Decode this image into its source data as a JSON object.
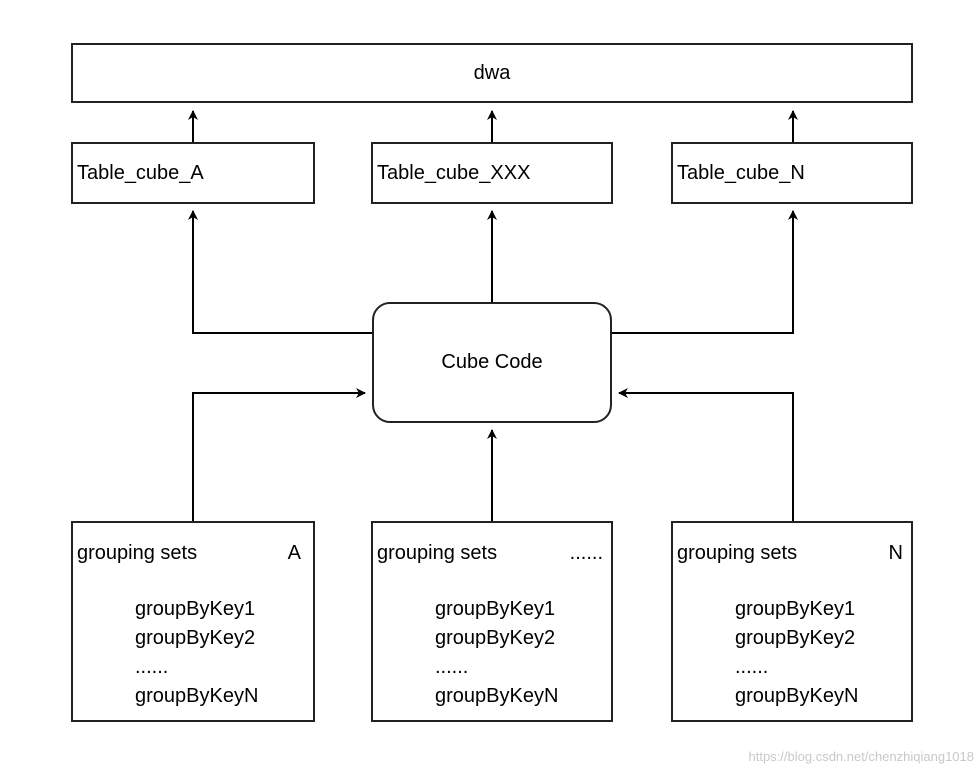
{
  "top": {
    "label": "dwa"
  },
  "tables": [
    {
      "label": "Table_cube_A"
    },
    {
      "label": "Table_cube_XXX"
    },
    {
      "label": "Table_cube_N"
    }
  ],
  "center": {
    "label": "Cube Code"
  },
  "grouping_sets": [
    {
      "head": "grouping sets",
      "suffix": "A",
      "keys": [
        "groupByKey1",
        "groupByKey2",
        "......",
        "groupByKeyN"
      ]
    },
    {
      "head": "grouping sets",
      "suffix": "......",
      "keys": [
        "groupByKey1",
        "groupByKey2",
        "......",
        "groupByKeyN"
      ]
    },
    {
      "head": "grouping sets",
      "suffix": "N",
      "keys": [
        "groupByKey1",
        "groupByKey2",
        "......",
        "groupByKeyN"
      ]
    }
  ],
  "watermark": "https://blog.csdn.net/chenzhiqiang1018"
}
